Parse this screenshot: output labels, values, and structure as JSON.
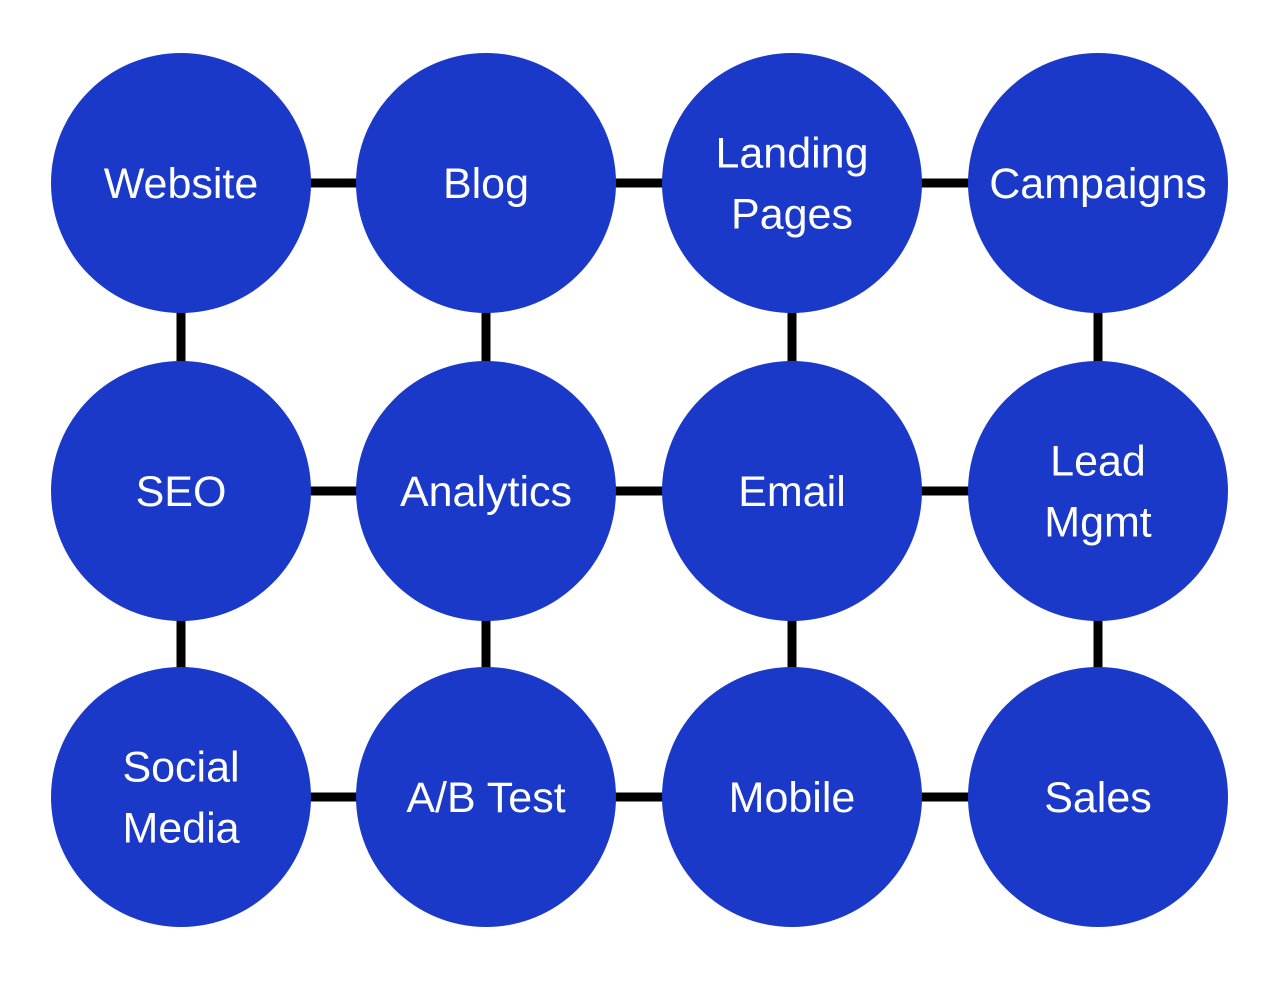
{
  "colors": {
    "node_fill": "#1a39c9",
    "edge": "#000000",
    "label": "#ffffff"
  },
  "nodes": [
    {
      "id": "website",
      "lines": [
        "Website"
      ]
    },
    {
      "id": "blog",
      "lines": [
        "Blog"
      ]
    },
    {
      "id": "landing-pages",
      "lines": [
        "Landing",
        "Pages"
      ]
    },
    {
      "id": "campaigns",
      "lines": [
        "Campaigns"
      ]
    },
    {
      "id": "seo",
      "lines": [
        "SEO"
      ]
    },
    {
      "id": "analytics",
      "lines": [
        "Analytics"
      ]
    },
    {
      "id": "email",
      "lines": [
        "Email"
      ]
    },
    {
      "id": "lead-mgmt",
      "lines": [
        "Lead",
        "Mgmt"
      ]
    },
    {
      "id": "social-media",
      "lines": [
        "Social",
        "Media"
      ]
    },
    {
      "id": "ab-test",
      "lines": [
        "A/B Test"
      ]
    },
    {
      "id": "mobile",
      "lines": [
        "Mobile"
      ]
    },
    {
      "id": "sales",
      "lines": [
        "Sales"
      ]
    }
  ],
  "edges": [
    [
      "website",
      "blog"
    ],
    [
      "blog",
      "landing-pages"
    ],
    [
      "landing-pages",
      "campaigns"
    ],
    [
      "seo",
      "analytics"
    ],
    [
      "analytics",
      "email"
    ],
    [
      "email",
      "lead-mgmt"
    ],
    [
      "social-media",
      "ab-test"
    ],
    [
      "ab-test",
      "mobile"
    ],
    [
      "mobile",
      "sales"
    ],
    [
      "website",
      "seo"
    ],
    [
      "seo",
      "social-media"
    ],
    [
      "blog",
      "analytics"
    ],
    [
      "analytics",
      "ab-test"
    ],
    [
      "landing-pages",
      "email"
    ],
    [
      "email",
      "mobile"
    ],
    [
      "campaigns",
      "lead-mgmt"
    ],
    [
      "lead-mgmt",
      "sales"
    ]
  ]
}
